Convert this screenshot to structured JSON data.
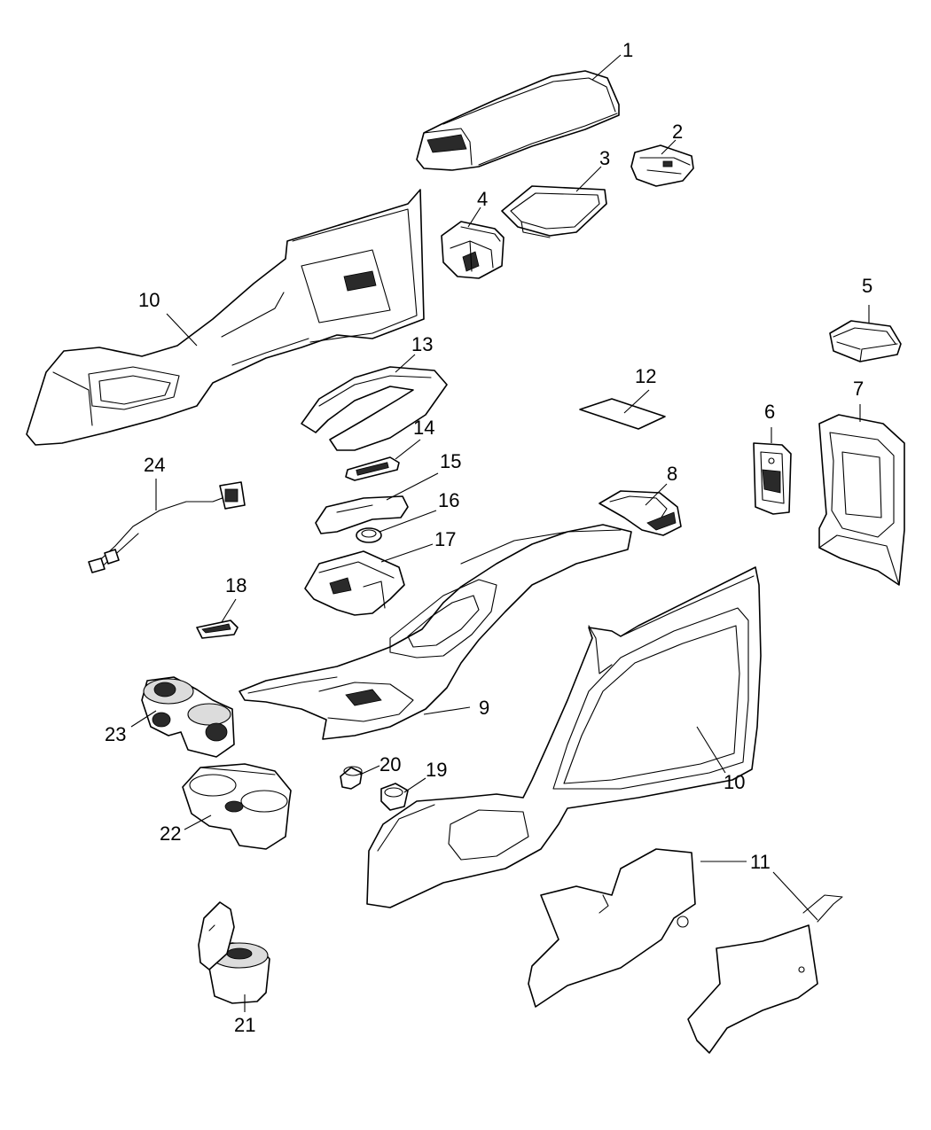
{
  "diagram": {
    "callouts": [
      "1",
      "2",
      "3",
      "4",
      "5",
      "6",
      "7",
      "8",
      "9",
      "10",
      "10",
      "11",
      "12",
      "13",
      "14",
      "15",
      "16",
      "17",
      "18",
      "19",
      "20",
      "21",
      "22",
      "23",
      "24"
    ]
  }
}
